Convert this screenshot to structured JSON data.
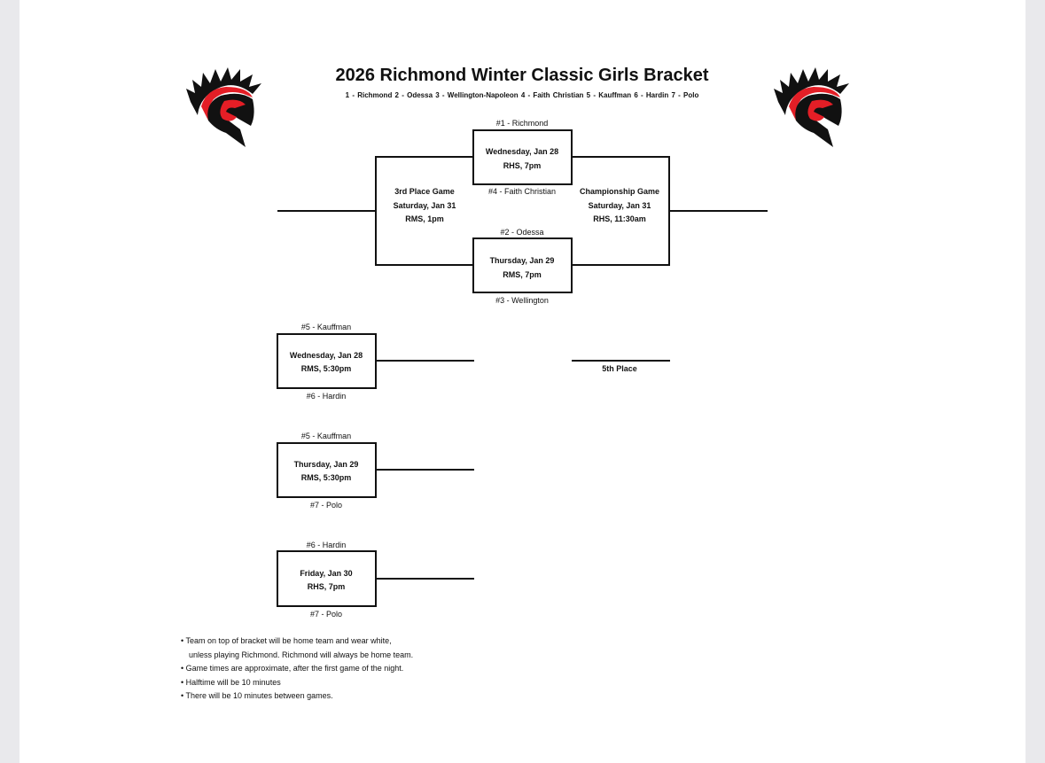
{
  "title": "2026 Richmond Winter Classic Girls Bracket",
  "seeds": "1 - Richmond  2 - Odessa   3 - Wellington-Napoleon   4 - Faith Christian   5 - Kauffman   6 - Hardin   7 - Polo",
  "colors": {
    "accent": "#e41e26",
    "ink": "#111111"
  },
  "semis": [
    {
      "top_team": "#1 - Richmond",
      "day": "Wednesday, Jan 28",
      "place": "RHS, 7pm",
      "bottom_team": "#4 - Faith Christian"
    },
    {
      "top_team": "#2 - Odessa",
      "day": "Thursday, Jan 29",
      "place": "RMS, 7pm",
      "bottom_team": "#3 - Wellington"
    }
  ],
  "third_place": {
    "label": "3rd Place Game",
    "day": "Saturday, Jan 31",
    "place": "RMS, 1pm"
  },
  "championship": {
    "label": "Championship Game",
    "day": "Saturday, Jan 31",
    "place": "RHS, 11:30am"
  },
  "fifth_place": "5th Place",
  "pool_games": [
    {
      "top_team": "#5 - Kauffman",
      "day": "Wednesday, Jan 28",
      "place": "RMS, 5:30pm",
      "bottom_team": "#6 - Hardin"
    },
    {
      "top_team": "#5 - Kauffman",
      "day": "Thursday, Jan 29",
      "place": "RMS, 5:30pm",
      "bottom_team": "#7 - Polo"
    },
    {
      "top_team": "#6 - Hardin",
      "day": "Friday, Jan 30",
      "place": "RHS, 7pm",
      "bottom_team": "#7 - Polo"
    }
  ],
  "notes": [
    "Team on top of bracket will be home team and wear white,",
    "unless playing Richmond. Richmond will always be home team.",
    "Game times are approximate, after the first game of the night.",
    "Halftime will be 10 minutes",
    "There will be 10 minutes between games."
  ]
}
